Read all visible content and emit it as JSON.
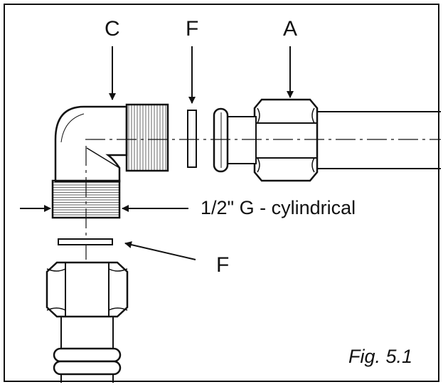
{
  "labels": {
    "c": "C",
    "f_top": "F",
    "a": "A",
    "thread_spec": "1/2\" G - cylindrical",
    "f_bottom": "F"
  },
  "caption": "Fig. 5.1",
  "colors": {
    "line": "#111111",
    "background": "#ffffff",
    "thread": "#555555"
  }
}
